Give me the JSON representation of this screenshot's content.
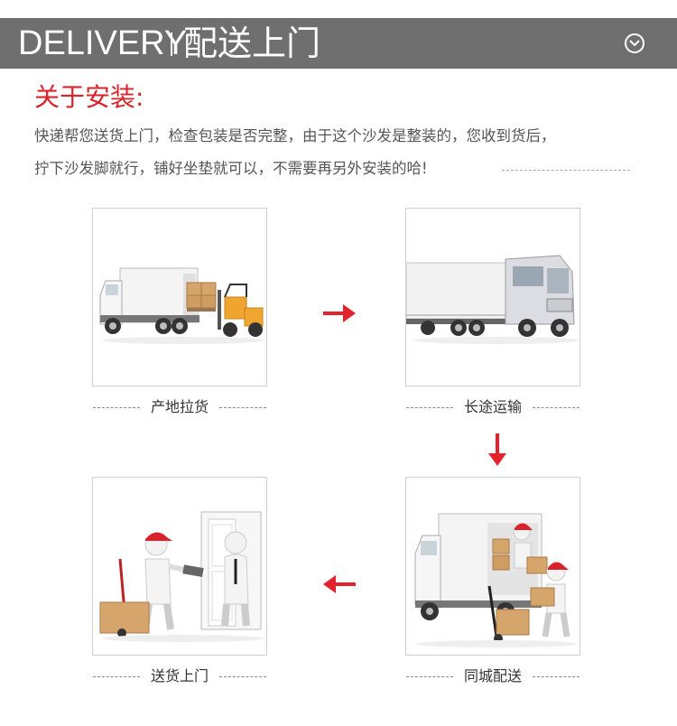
{
  "header": {
    "title_en": "DELIVERY",
    "title_cn": "配送上门",
    "toggle_icon": "chevron-down-circle-icon"
  },
  "install": {
    "title": "关于安装:",
    "line1": "快递帮您送货上门，检查包装是否完整，由于这个沙发是整装的，您收到货后，",
    "line2": "拧下沙发脚就行，铺好坐垫就可以，不需要再另外安装的哈!"
  },
  "steps": [
    {
      "label": "产地拉货",
      "image": "truck-forklift-loading"
    },
    {
      "label": "长途运输",
      "image": "semi-truck"
    },
    {
      "label": "送货上门",
      "image": "courier-signing-at-door"
    },
    {
      "label": "同城配送",
      "image": "truck-unloading"
    }
  ],
  "colors": {
    "header_bg": "#6f6f6f",
    "accent_red": "#d8232a",
    "text": "#555555"
  }
}
